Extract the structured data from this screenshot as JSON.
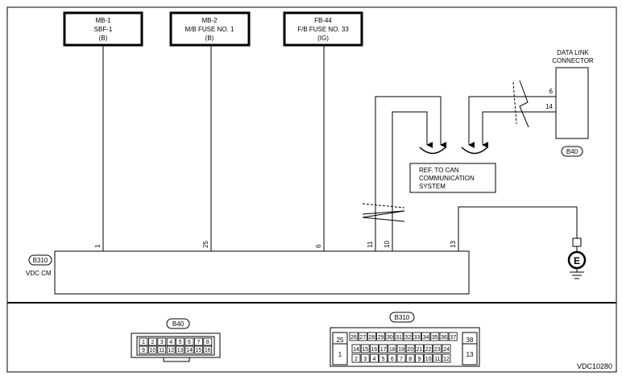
{
  "fuses": [
    {
      "line1": "MB-1",
      "line2": "SBF-1",
      "line3": "(B)"
    },
    {
      "line1": "MB-2",
      "line2": "M/B FUSE NO. 1",
      "line3": "(B)"
    },
    {
      "line1": "FB-44",
      "line2": "F/B FUSE NO. 33",
      "line3": "(IG)"
    }
  ],
  "dlc": {
    "line1": "DATA LINK",
    "line2": "CONNECTOR",
    "connector": "B40",
    "pins": [
      "6",
      "14"
    ]
  },
  "can_ref": {
    "line1": "REF. TO CAN",
    "line2": "COMMUNICATION",
    "line3": "SYSTEM"
  },
  "module": {
    "connector": "B310",
    "name": "VDC CM",
    "pins": [
      "1",
      "25",
      "6",
      "11",
      "10",
      "13"
    ]
  },
  "ground": {
    "label": "E"
  },
  "connector_views": {
    "b40": {
      "label": "B40",
      "row1": [
        "1",
        "2",
        "3",
        "4",
        "5",
        "6",
        "7",
        "8"
      ],
      "row2": [
        "9",
        "10",
        "11",
        "12",
        "13",
        "14",
        "15",
        "16"
      ]
    },
    "b310": {
      "label": "B310",
      "left_top": "25",
      "left_bottom": "1",
      "right_top": "38",
      "right_bottom": "13",
      "row1": [
        "26",
        "27",
        "28",
        "29",
        "30",
        "31",
        "32",
        "33",
        "34",
        "35",
        "36",
        "37"
      ],
      "row2": [
        "14",
        "15",
        "16",
        "17",
        "18",
        "19",
        "20",
        "21",
        "22",
        "23",
        "24"
      ],
      "row3": [
        "2",
        "3",
        "4",
        "5",
        "6",
        "7",
        "8",
        "9",
        "10",
        "11",
        "12"
      ]
    }
  },
  "figure_id": "VDC10280"
}
